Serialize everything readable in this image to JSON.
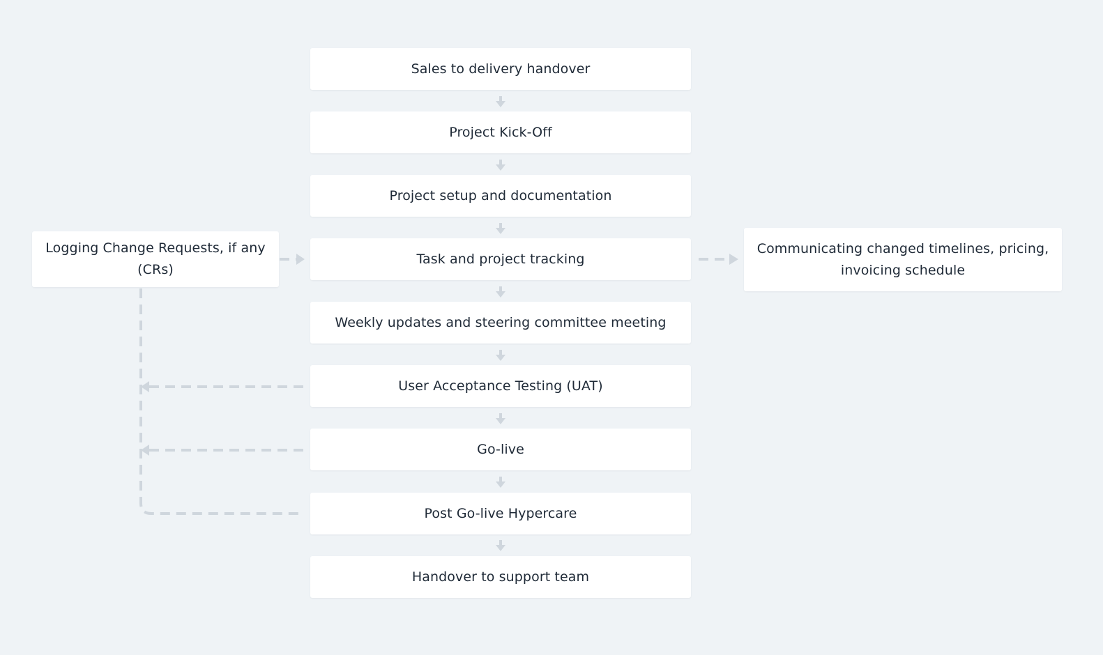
{
  "steps": [
    "Sales to delivery handover",
    "Project Kick-Off",
    "Project setup and documentation",
    "Task and project tracking",
    "Weekly updates and steering committee meeting",
    "User Acceptance Testing (UAT)",
    "Go-live",
    "Post Go-live Hypercare",
    "Handover to support team"
  ],
  "side": {
    "change_requests": "Logging Change Requests, if any (CRs)",
    "communicating_changes": "Communicating changed timelines, pricing, invoicing schedule"
  },
  "colors": {
    "background": "#eff3f6",
    "box": "#ffffff",
    "connector": "#cfd6dd",
    "text": "#1f2a37"
  }
}
